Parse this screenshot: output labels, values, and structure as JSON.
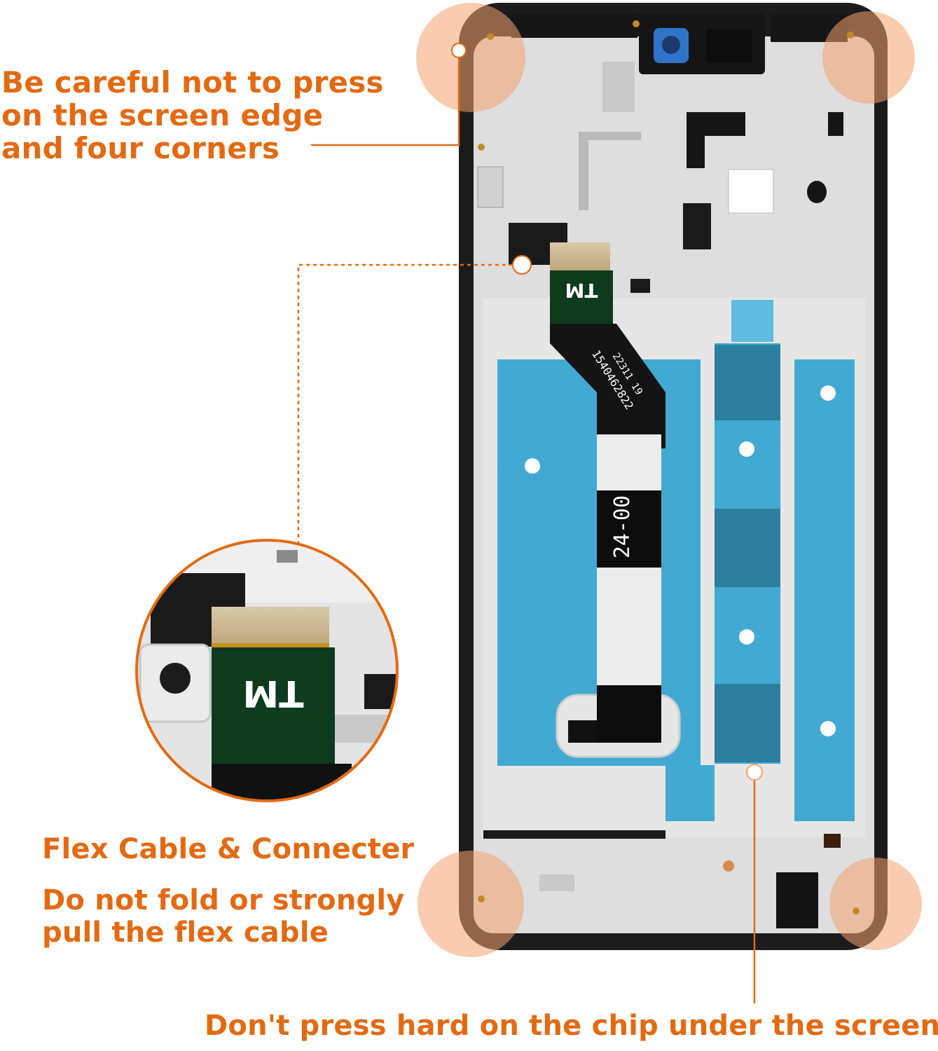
{
  "annotations": {
    "edge_warning": [
      "Be careful not to press",
      "on the screen edge",
      "and four corners"
    ],
    "flex_title": "Flex Cable & Connecter",
    "flex_warning": [
      "Do not fold or strongly",
      "pull the flex cable"
    ],
    "chip_warning": "Don't press hard on the chip under the screen"
  },
  "part_labels": {
    "connector_mark": "TM",
    "cable_code": "1540462822",
    "cable_date": "22311 19",
    "cable_tag": "24-00"
  },
  "colors": {
    "accent": "#e36a12",
    "corner_highlight": "#f4a36e",
    "frame": "#1b1b1b",
    "midframe": "#dcdcdc",
    "foam": "#42a9d3",
    "foam_dark": "#2c7f9f",
    "flex": "#0e3a1e"
  }
}
